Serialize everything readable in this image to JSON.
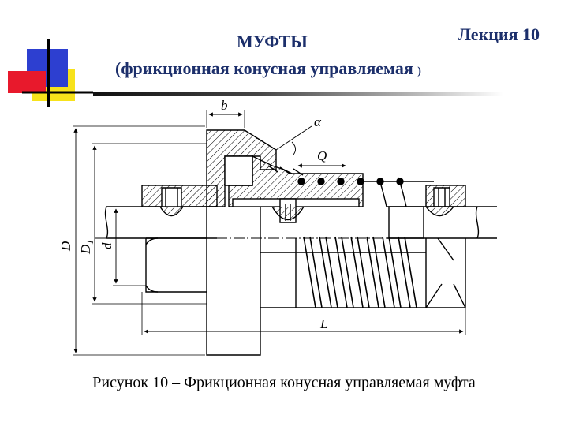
{
  "header": {
    "lecture": "Лекция 10",
    "title": "МУФТЫ",
    "subtitle": "(фрикционная конусная управляемая",
    "subtitle_close": ")"
  },
  "drawing": {
    "labels": {
      "b": "b",
      "alpha": "α",
      "Q": "Q",
      "D": "D",
      "D1_main": "D",
      "D1_sub": "1",
      "d": "d",
      "L": "L"
    }
  },
  "caption": "Рисунок 10 – Фрикционная конусная управляемая муфта",
  "colors": {
    "title_text": "#1c2f6b",
    "logo_blue": "#2d3fd0",
    "logo_red": "#e8192c",
    "logo_yellow": "#f7e21b"
  }
}
